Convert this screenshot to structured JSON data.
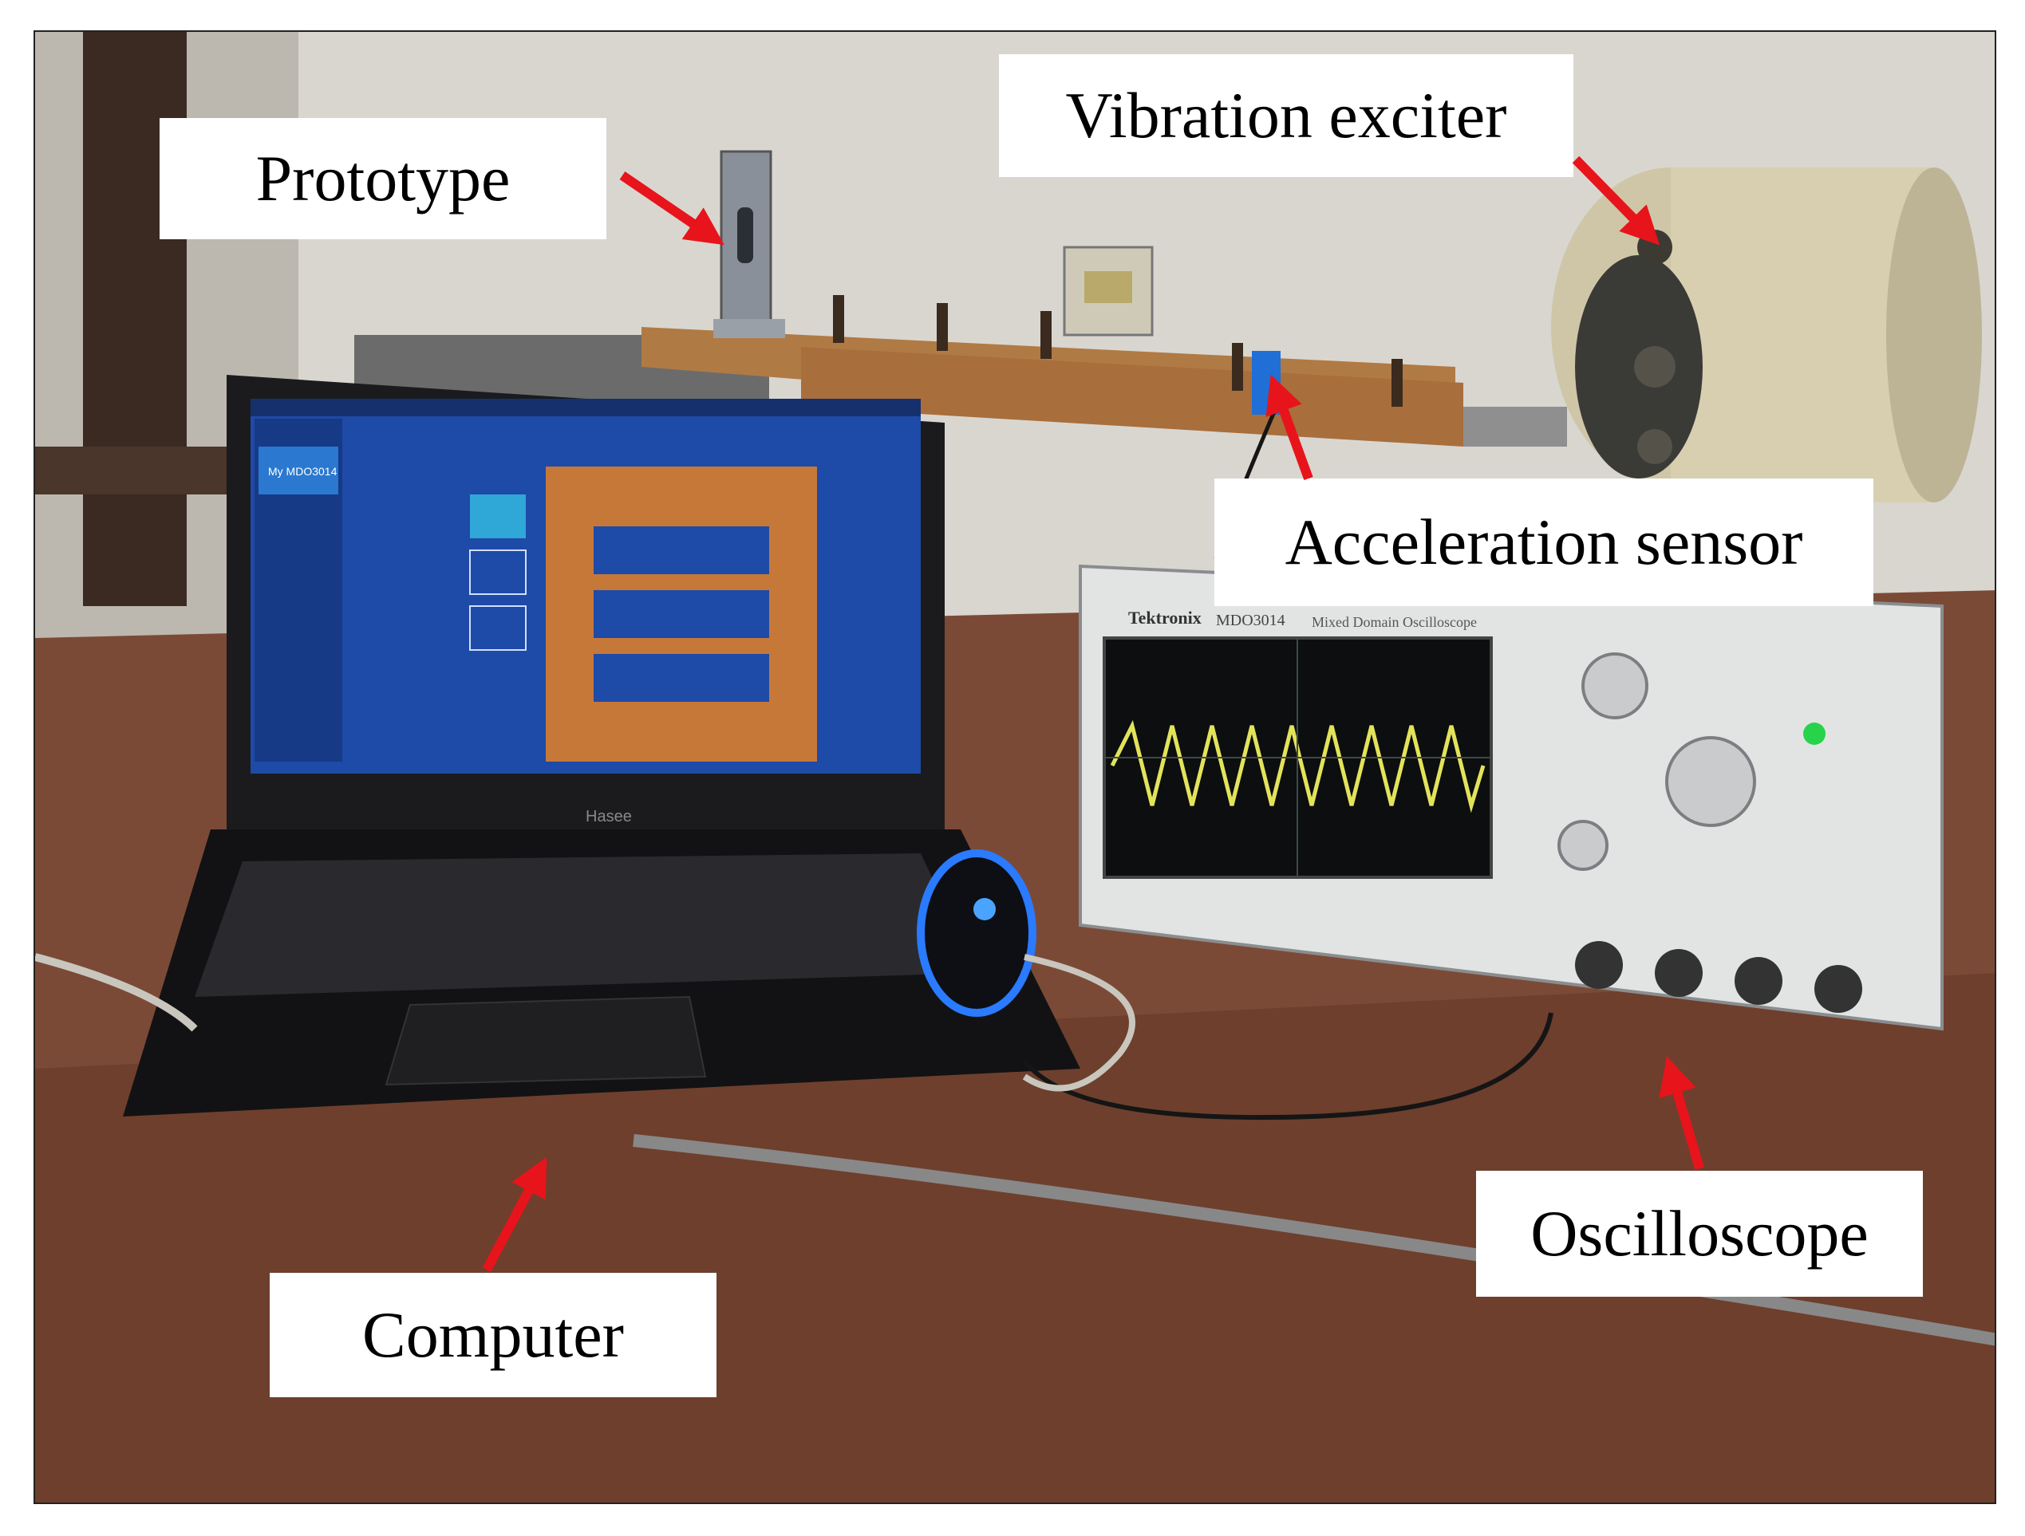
{
  "labels": {
    "prototype": "Prototype",
    "vibration_exciter": "Vibration exciter",
    "acceleration_sensor": "Acceleration sensor",
    "oscilloscope": "Oscilloscope",
    "computer": "Computer"
  },
  "device_text": {
    "laptop_brand": "Hasee",
    "scope_brand": "Tektronix",
    "scope_model": "MDO3014",
    "scope_model_desc": "Mixed Domain Oscilloscope",
    "screen_device": "My MDO3014"
  },
  "colors": {
    "arrow": "#e8141b",
    "label_bg": "#ffffff",
    "laptop_screen": "#1e4aa8",
    "waveform": "#e3e35a"
  }
}
